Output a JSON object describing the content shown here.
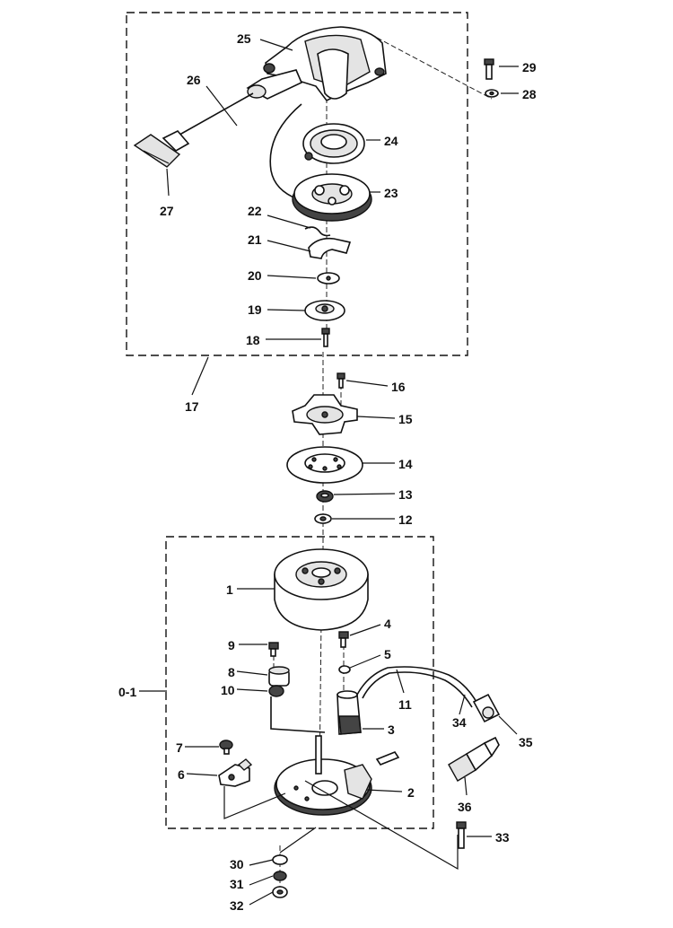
{
  "callouts": {
    "c1": "1",
    "c2": "2",
    "c3": "3",
    "c4": "4",
    "c5": "5",
    "c6": "6",
    "c7": "7",
    "c8": "8",
    "c9": "9",
    "c10": "10",
    "c11": "11",
    "c12": "12",
    "c13": "13",
    "c14": "14",
    "c15": "15",
    "c16": "16",
    "c17": "17",
    "c18": "18",
    "c19": "19",
    "c20": "20",
    "c21": "21",
    "c22": "22",
    "c23": "23",
    "c24": "24",
    "c25": "25",
    "c26": "26",
    "c27": "27",
    "c28": "28",
    "c29": "29",
    "c30": "30",
    "c31": "31",
    "c32": "32",
    "c33": "33",
    "c34": "34",
    "c35": "35",
    "c36": "36",
    "c01": "0-1"
  }
}
